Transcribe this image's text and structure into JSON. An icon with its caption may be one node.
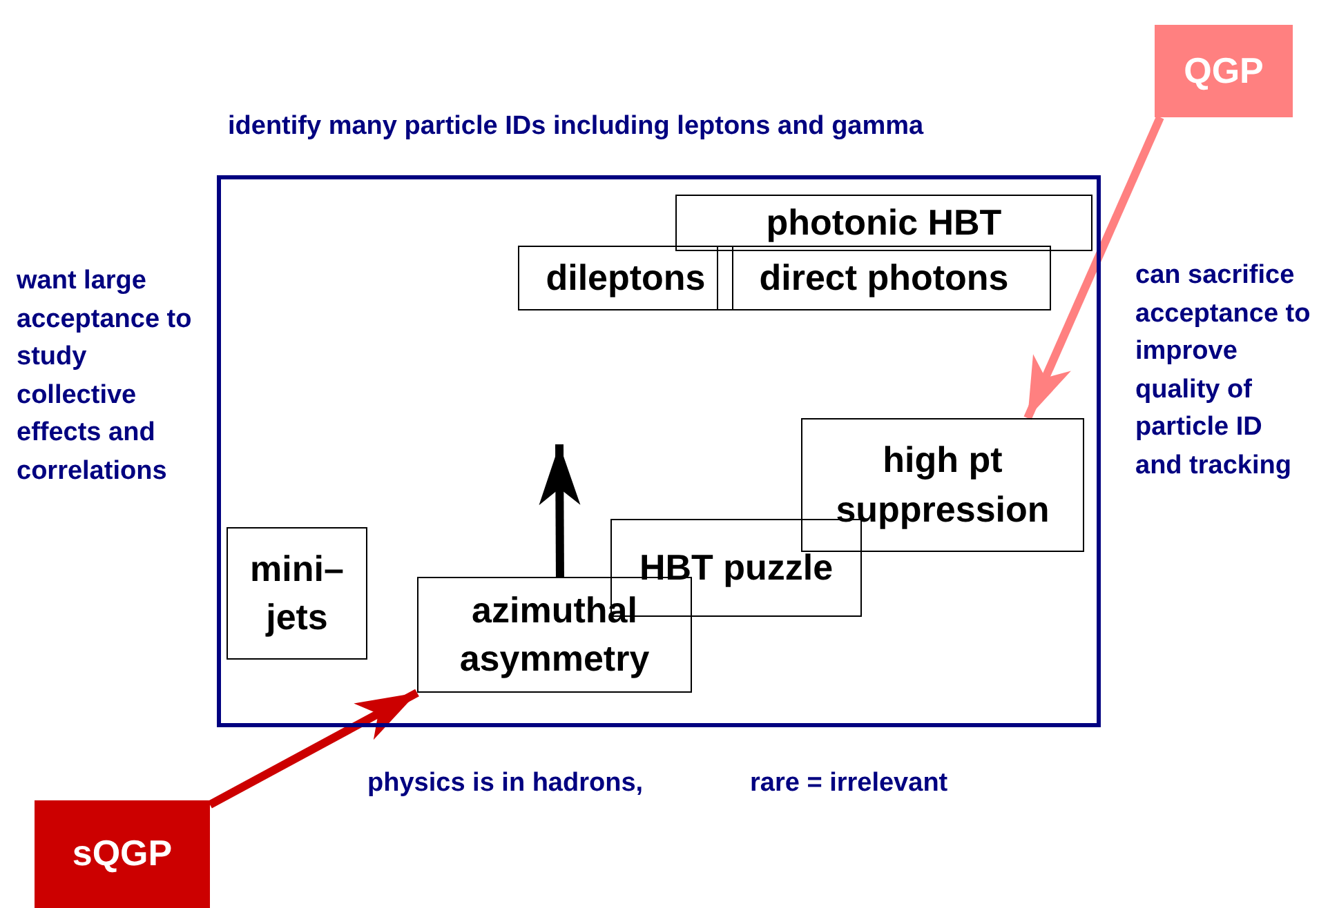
{
  "diagram": {
    "nodes": [
      {
        "text": [],
        "shape": "box"
      },
      {
        "text": [
          "photonic HBT"
        ],
        "in": 0
      },
      {
        "text": [
          "dileptons"
        ],
        "in": 0
      },
      {
        "text": [
          "direct photons"
        ],
        "in": 0
      },
      {
        "text": [
          "high pt suppression"
        ],
        "in": 0
      },
      {
        "text": [
          "HBT puzzle"
        ],
        "in": 0
      },
      {
        "text": [
          "mini– jets"
        ],
        "in": 0
      },
      {
        "text": [
          "azimuthal asymmetry"
        ],
        "in": 0
      },
      {
        "text": [
          "QGP"
        ]
      },
      {
        "text": [
          "sQGP"
        ]
      }
    ],
    "edges": [
      {
        "from": 8,
        "to": 4,
        "arrow": "to",
        "color": "#ff8080"
      },
      {
        "from": 9,
        "to": 7,
        "arrow": "to",
        "color": "#cc0000"
      },
      {
        "from": 7,
        "to": null,
        "arrow": "to",
        "color": "#000000"
      }
    ],
    "labels": [
      "identify many particle IDs including leptons and gamma",
      "want large acceptance to study collective effects and correlations",
      "can sacrifice acceptance to improve quality of particle ID and tracking",
      "physics is in hadrons,",
      "rare = irrelevant"
    ]
  }
}
